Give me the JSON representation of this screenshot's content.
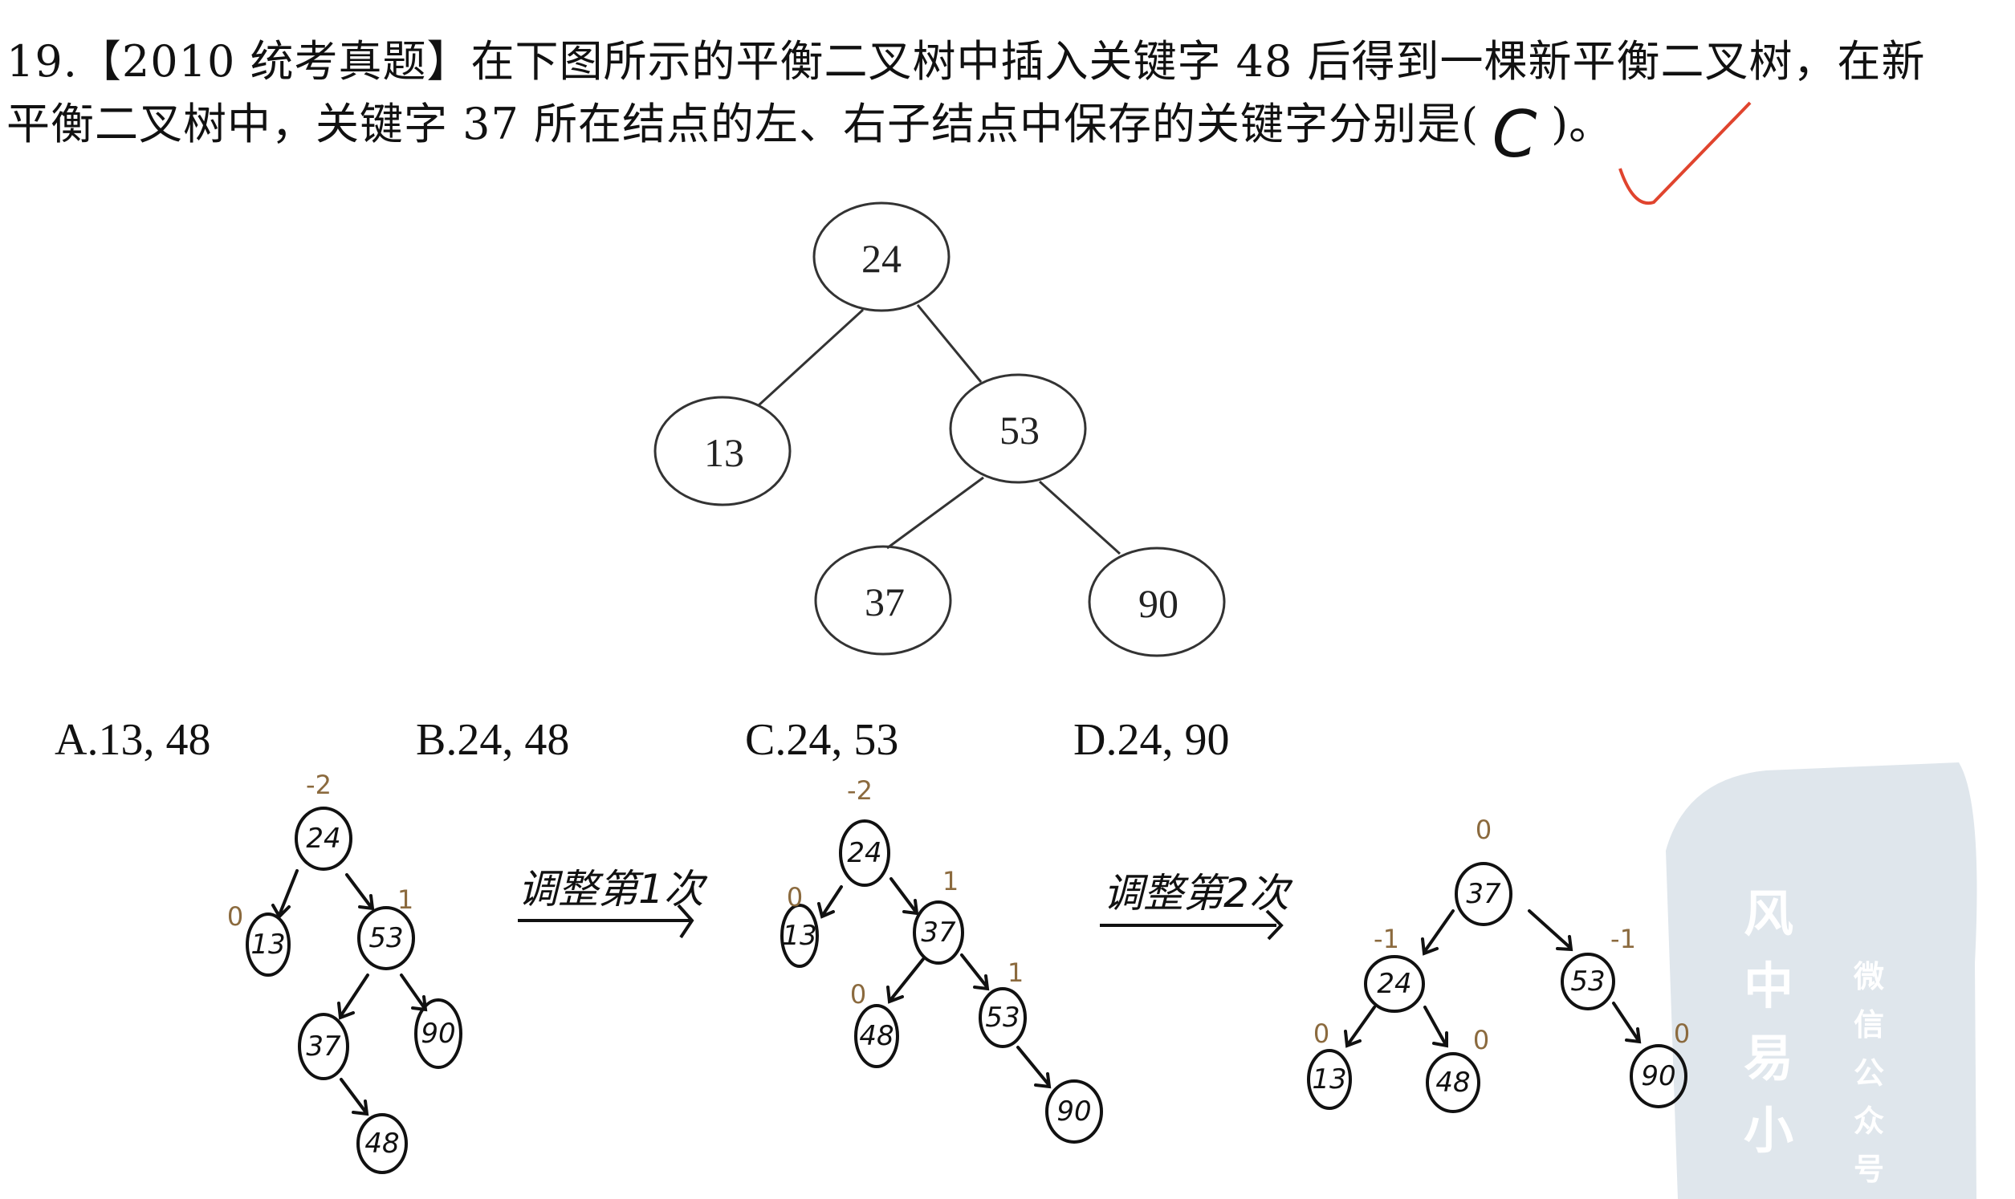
{
  "question": {
    "line1": "19.【2010 统考真题】在下图所示的平衡二叉树中插入关键字 48 后得到一棵新平衡二叉树，在新",
    "line2": "平衡二叉树中，关键字 37 所在结点的左、右子结点中保存的关键字分别是(",
    "line2_end": ")。",
    "handwritten_answer": "C"
  },
  "printed_tree": {
    "root": "24",
    "left": "13",
    "right": "53",
    "right_left": "37",
    "right_right": "90"
  },
  "options": [
    {
      "label": "A.13, 48"
    },
    {
      "label": "B.24, 48"
    },
    {
      "label": "C.24, 53"
    },
    {
      "label": "D.24, 90"
    }
  ],
  "sketch": {
    "tree1": {
      "n24": "24",
      "b24": "-2",
      "n13": "13",
      "b13": "0",
      "n53": "53",
      "b53": "1",
      "n37": "37",
      "n90": "90",
      "n48": "48"
    },
    "step1": "调整第1次",
    "tree2": {
      "n24": "24",
      "b24": "-2",
      "n13": "13",
      "b13": "0",
      "n37": "37",
      "b37": "1",
      "n48": "48",
      "b48": "0",
      "n53": "53",
      "b53": "1",
      "n90": "90"
    },
    "step2": "调整第2次",
    "tree3": {
      "n37": "37",
      "b37": "0",
      "n24": "24",
      "b24": "-1",
      "n53": "53",
      "b53": "-1",
      "n13": "13",
      "b13": "0",
      "n48": "48",
      "b48": "0",
      "n90": "90",
      "b90": "0"
    }
  },
  "watermark": {
    "name": "风中易小",
    "sub": "微信公众号"
  },
  "colors": {
    "balance": "#8b6a3e",
    "check": "#e0442e",
    "watermark": "#dfe6ec"
  }
}
